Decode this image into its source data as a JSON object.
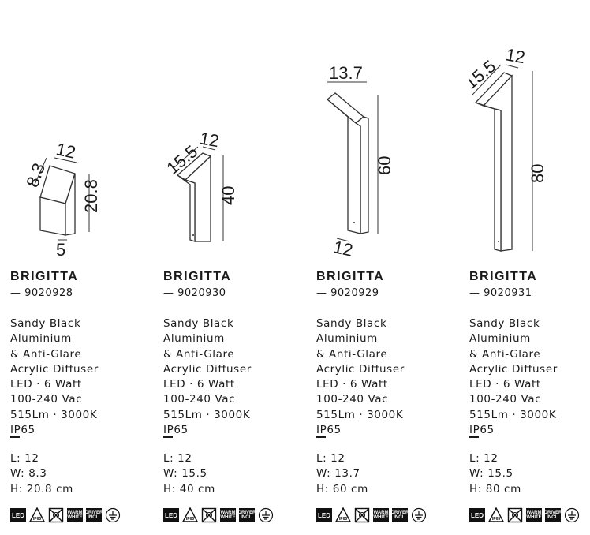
{
  "products": [
    {
      "name": "BRIGITTA",
      "code": "— 9020928",
      "specs": [
        "Sandy Black",
        "Aluminium",
        "& Anti-Glare",
        "Acrylic Diffuser",
        "LED · 6 Watt",
        "100-240 Vac",
        "515Lm · 3000K",
        "IP65"
      ],
      "separator": "—",
      "dims": [
        "L: 12",
        "W: 8.3",
        "H: 20.8 cm"
      ],
      "drawing_labels": {
        "width": "12",
        "depth": "8.3",
        "height": "20.8",
        "base": "5"
      }
    },
    {
      "name": "BRIGITTA",
      "code": "— 9020930",
      "specs": [
        "Sandy Black",
        "Aluminium",
        "& Anti-Glare",
        "Acrylic Diffuser",
        "LED · 6 Watt",
        "100-240 Vac",
        "515Lm · 3000K",
        "IP65"
      ],
      "separator": "—",
      "dims": [
        "L: 12",
        "W: 15.5",
        "H: 40 cm"
      ],
      "drawing_labels": {
        "width": "12",
        "depth": "15.5",
        "height": "40"
      }
    },
    {
      "name": "BRIGITTA",
      "code": "— 9020929",
      "specs": [
        "Sandy Black",
        "Aluminium",
        "& Anti-Glare",
        "Acrylic Diffuser",
        "LED · 6 Watt",
        "100-240 Vac",
        "515Lm · 3000K",
        "IP65"
      ],
      "separator": "—",
      "dims": [
        "L: 12",
        "W: 13.7",
        "H: 60 cm"
      ],
      "drawing_labels": {
        "width": "13.7",
        "base": "12",
        "height": "60"
      }
    },
    {
      "name": "BRIGITTA",
      "code": "— 9020931",
      "specs": [
        "Sandy Black",
        "Aluminium",
        "& Anti-Glare",
        "Acrylic Diffuser",
        "LED · 6 Watt",
        "100-240 Vac",
        "515Lm · 3000K",
        "IP65"
      ],
      "separator": "—",
      "dims": [
        "L: 12",
        "W: 15.5",
        "H: 80 cm"
      ],
      "drawing_labels": {
        "width": "12",
        "depth": "15.5",
        "height": "80"
      }
    }
  ],
  "icons": {
    "led": "LED",
    "ip": "IP65",
    "warm_white": [
      "WARM",
      "WHITE"
    ],
    "driver": [
      "DRIVER",
      "INCL."
    ],
    "names": [
      "led-icon",
      "ip65-icon",
      "no-dimmable-icon",
      "warm-white-icon",
      "driver-included-icon",
      "ground-icon"
    ]
  }
}
